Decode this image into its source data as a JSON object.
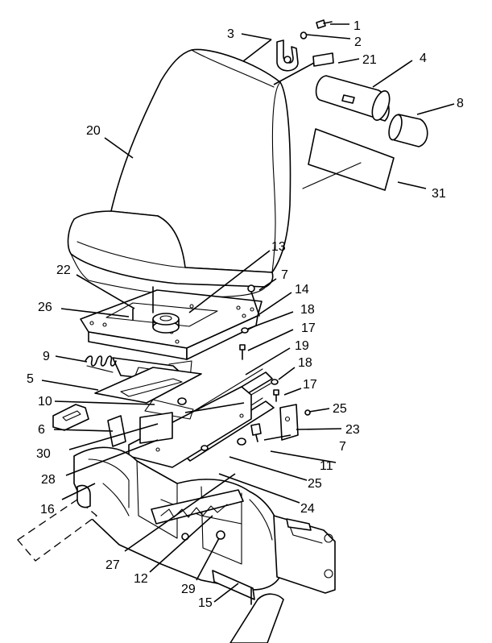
{
  "diagram": {
    "callouts": [
      {
        "id": "1",
        "label": "1"
      },
      {
        "id": "2",
        "label": "2"
      },
      {
        "id": "3",
        "label": "3"
      },
      {
        "id": "21",
        "label": "21"
      },
      {
        "id": "4",
        "label": "4"
      },
      {
        "id": "8",
        "label": "8"
      },
      {
        "id": "20",
        "label": "20"
      },
      {
        "id": "31",
        "label": "31"
      },
      {
        "id": "13",
        "label": "13"
      },
      {
        "id": "22",
        "label": "22"
      },
      {
        "id": "7a",
        "label": "7"
      },
      {
        "id": "14",
        "label": "14"
      },
      {
        "id": "26",
        "label": "26"
      },
      {
        "id": "18a",
        "label": "18"
      },
      {
        "id": "17a",
        "label": "17"
      },
      {
        "id": "9",
        "label": "9"
      },
      {
        "id": "19",
        "label": "19"
      },
      {
        "id": "18b",
        "label": "18"
      },
      {
        "id": "5",
        "label": "5"
      },
      {
        "id": "17b",
        "label": "17"
      },
      {
        "id": "10",
        "label": "10"
      },
      {
        "id": "25a",
        "label": "25"
      },
      {
        "id": "6",
        "label": "6"
      },
      {
        "id": "23",
        "label": "23"
      },
      {
        "id": "30",
        "label": "30"
      },
      {
        "id": "7b",
        "label": "7"
      },
      {
        "id": "11",
        "label": "11"
      },
      {
        "id": "28",
        "label": "28"
      },
      {
        "id": "25b",
        "label": "25"
      },
      {
        "id": "16",
        "label": "16"
      },
      {
        "id": "24",
        "label": "24"
      },
      {
        "id": "27",
        "label": "27"
      },
      {
        "id": "12",
        "label": "12"
      },
      {
        "id": "29",
        "label": "29"
      },
      {
        "id": "15",
        "label": "15"
      }
    ]
  }
}
